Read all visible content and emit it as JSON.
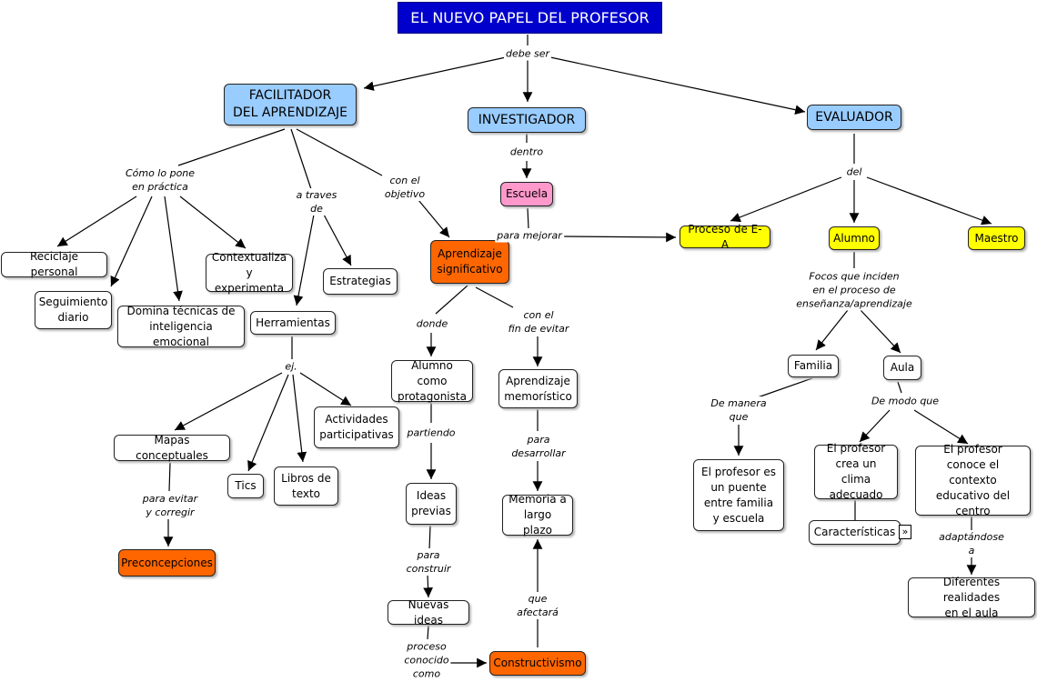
{
  "nodes": {
    "title": "EL NUEVO PAPEL DEL PROFESOR",
    "facilitador": "FACILITADOR\nDEL APRENDIZAJE",
    "investigador": "INVESTIGADOR",
    "evaluador": "EVALUADOR",
    "reciclaje": "Reciclaje personal",
    "seguimiento": "Seguimiento\ndiario",
    "domina": "Domina técnicas de\ninteligencia emocional",
    "contextualiza": "Contextualiza\ny experimenta",
    "estrategias": "Estrategias",
    "herramientas": "Herramientas",
    "aprendizaje_significativo": "Aprendizaje\nsignificativo",
    "mapas": "Mapas conceptuales",
    "tics": "Tics",
    "libros": "Libros de\ntexto",
    "actividades": "Actividades\nparticipativas",
    "preconcepciones": "Preconcepciones",
    "escuela": "Escuela",
    "alumno_protagonista": "Alumno como\nprotagonista",
    "aprendizaje_memoristico": "Aprendizaje\nmemorístico",
    "ideas_previas": "Ideas\nprevias",
    "memoria": "Memoria a\nlargo plazo",
    "nuevas_ideas": "Nuevas ideas",
    "constructivismo": "Constructivismo",
    "proceso_ea": "Proceso de E-A",
    "alumno": "Alumno",
    "maestro": "Maestro",
    "familia": "Familia",
    "aula": "Aula",
    "puente": "El profesor es\nun puente\nentre familia\ny escuela",
    "clima": "El profesor\ncrea un clima\nadecuado",
    "caracteristicas": "Características",
    "contexto": "El profesor\nconoce el contexto\neducativo del\ncentro",
    "realidades": "Diferentes realidades\nen el aula"
  },
  "links": {
    "debe_ser": "debe ser",
    "como_lo_pone": "Cómo lo pone\nen práctica",
    "a_traves": "a traves\nde",
    "con_objetivo": "con el\nobjetivo",
    "ej": "ej.",
    "para_evitar": "para evitar\ny corregir",
    "dentro": "dentro",
    "para_mejorar": "para mejorar",
    "donde": "donde",
    "fin_evitar": "con el\nfin de evitar",
    "partiendo": "partiendo",
    "para_desarrollar": "para\ndesarrollar",
    "para_construir": "para\nconstruir",
    "que_afectara": "que\nafectará",
    "proceso_conocido": "proceso\nconocido\ncomo",
    "del": "del",
    "focos": "Focos que inciden\nen el proceso de\nenseñanza/aprendizaje",
    "de_manera": "De manera\nque",
    "de_modo": "De modo que",
    "adaptandose": "adaptándose a"
  },
  "icons": {
    "expand": "double-chevron-right-icon"
  },
  "colors": {
    "title_bg": "#0000cc",
    "blue": "#99ccff",
    "orange": "#ff6600",
    "pink": "#ff99cc",
    "yellow": "#ffff00"
  }
}
